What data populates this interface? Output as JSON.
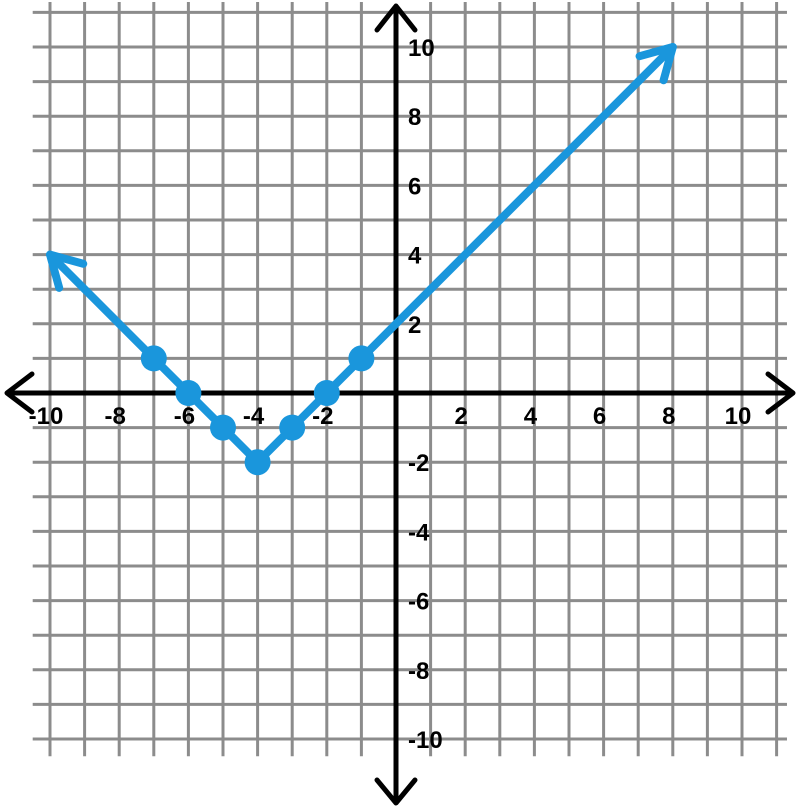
{
  "chart_data": {
    "type": "line",
    "title": "",
    "xlabel": "",
    "ylabel": "",
    "xlim": [
      -10.5,
      11.3
    ],
    "ylim": [
      -10.5,
      11.3
    ],
    "grid": true,
    "x_tick_labels": [
      "-10",
      "-8",
      "-6",
      "-4",
      "-2",
      "2",
      "4",
      "6",
      "8",
      "10"
    ],
    "y_tick_labels": [
      "10",
      "8",
      "6",
      "4",
      "2",
      "-2",
      "-4",
      "-6",
      "-8",
      "-10"
    ],
    "series": [
      {
        "name": "",
        "color": "#1a96dc",
        "x": [
          -10,
          -7,
          -6,
          -5,
          -4,
          -3,
          -2,
          -1,
          8
        ],
        "y": [
          4,
          1,
          0,
          -1,
          -2,
          -1,
          0,
          1,
          10
        ],
        "arrows_at_ends": true
      }
    ],
    "points": [
      {
        "x": -7,
        "y": 1
      },
      {
        "x": -6,
        "y": 0
      },
      {
        "x": -5,
        "y": -1
      },
      {
        "x": -4,
        "y": -2
      },
      {
        "x": -3,
        "y": -1
      },
      {
        "x": -2,
        "y": 0
      },
      {
        "x": -1,
        "y": 1
      }
    ]
  }
}
